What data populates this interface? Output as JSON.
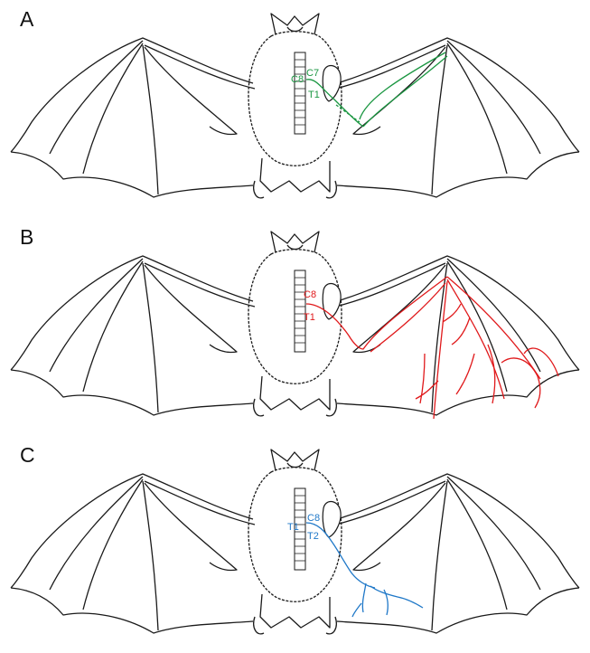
{
  "figure": {
    "panels": [
      {
        "letter": "A",
        "nerve_color": "#1a9641",
        "labels": {
          "c_left": "C8",
          "c_right": "C7",
          "t": "T1"
        }
      },
      {
        "letter": "B",
        "nerve_color": "#e0191b",
        "labels": {
          "c": "C8",
          "t": "T1"
        }
      },
      {
        "letter": "C",
        "nerve_color": "#1f78c8",
        "labels": {
          "t_left": "T1",
          "c": "C8",
          "t": "T2"
        }
      }
    ]
  }
}
